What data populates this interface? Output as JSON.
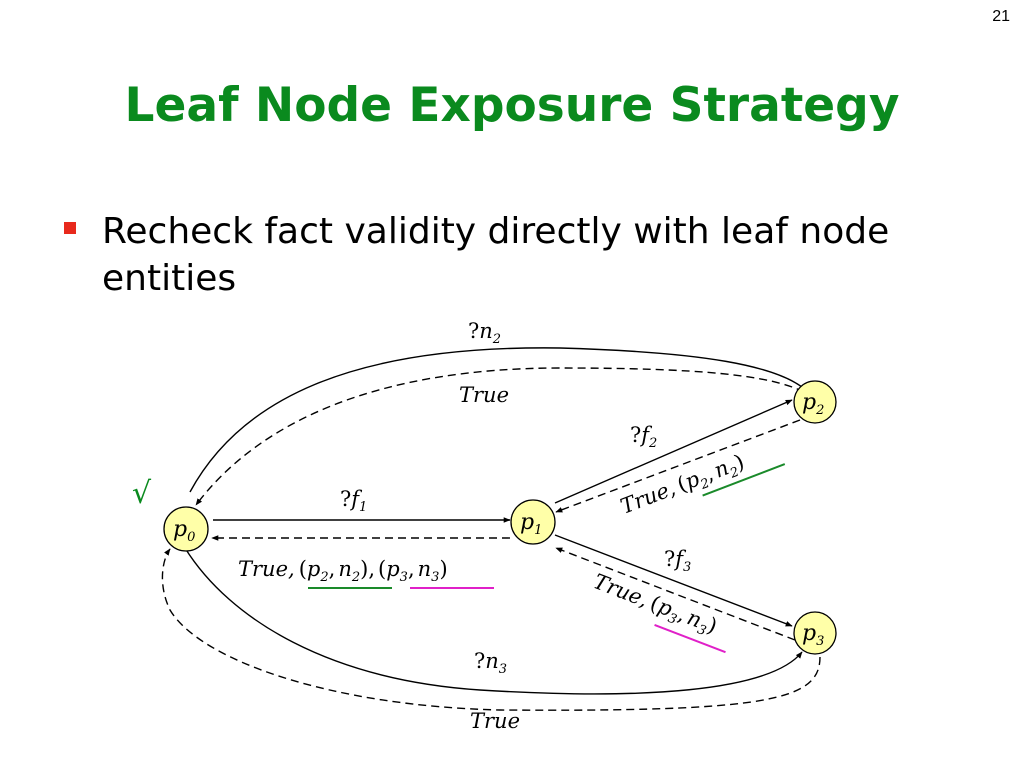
{
  "slide": {
    "number": "21",
    "title": "Leaf Node Exposure Strategy",
    "bullets": [
      "Recheck fact validity directly with leaf node entities"
    ]
  },
  "diagram": {
    "nodes": {
      "p0": {
        "base": "p",
        "sub": "0"
      },
      "p1": {
        "base": "p",
        "sub": "1"
      },
      "p2": {
        "base": "p",
        "sub": "2"
      },
      "p3": {
        "base": "p",
        "sub": "3"
      }
    },
    "check_mark": "√",
    "edges": {
      "p0_p2_query": {
        "prefix": "?",
        "base": "n",
        "sub": "2"
      },
      "p2_p0_reply": "True",
      "p0_p1_query": {
        "prefix": "?",
        "base": "f",
        "sub": "1"
      },
      "p1_p0_reply": {
        "word": "True,",
        "pair1": {
          "open": "(",
          "a": "p",
          "a_sub": "2",
          "comma": ",",
          "b": "n",
          "b_sub": "2",
          "close": ")"
        },
        "separator": ",",
        "pair2": {
          "open": "(",
          "a": "p",
          "a_sub": "3",
          "comma": ",",
          "b": "n",
          "b_sub": "3",
          "close": ")"
        }
      },
      "p1_p2_query": {
        "prefix": "?",
        "base": "f",
        "sub": "2"
      },
      "p2_p1_reply": {
        "word": "True,",
        "pair": {
          "open": "(",
          "a": "p",
          "a_sub": "2",
          "comma": ",",
          "b": "n",
          "b_sub": "2",
          "close": ")"
        }
      },
      "p1_p3_query": {
        "prefix": "?",
        "base": "f",
        "sub": "3"
      },
      "p3_p1_reply": {
        "word": "True,",
        "pair": {
          "open": "(",
          "a": "p",
          "a_sub": "3",
          "comma": ",",
          "b": "n",
          "b_sub": "3",
          "close": ")"
        }
      },
      "p0_p3_query": {
        "prefix": "?",
        "base": "n",
        "sub": "3"
      },
      "p3_p0_reply": "True"
    },
    "colors": {
      "node_fill": "#ffffa8",
      "underline_green": "#1a8a2a",
      "underline_magenta": "#e020c8",
      "check": "#0a8a1e"
    }
  }
}
